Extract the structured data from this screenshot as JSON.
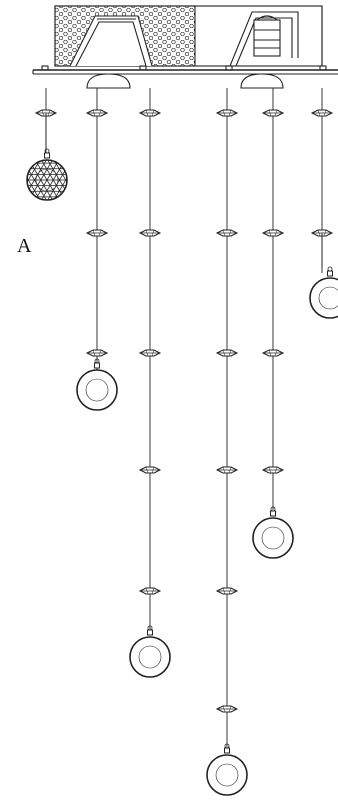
{
  "drawing": {
    "label": "A",
    "line_color": "#222222",
    "fill_color": "#ffffff"
  },
  "strands": [
    {
      "beads": 1,
      "has_crystal": true
    },
    {
      "beads": 3,
      "has_crystal": true
    },
    {
      "beads": 5,
      "has_crystal": true
    },
    {
      "beads": 6,
      "has_crystal": true
    },
    {
      "beads": 4,
      "has_crystal": true
    },
    {
      "beads": 2,
      "has_crystal": true
    }
  ]
}
